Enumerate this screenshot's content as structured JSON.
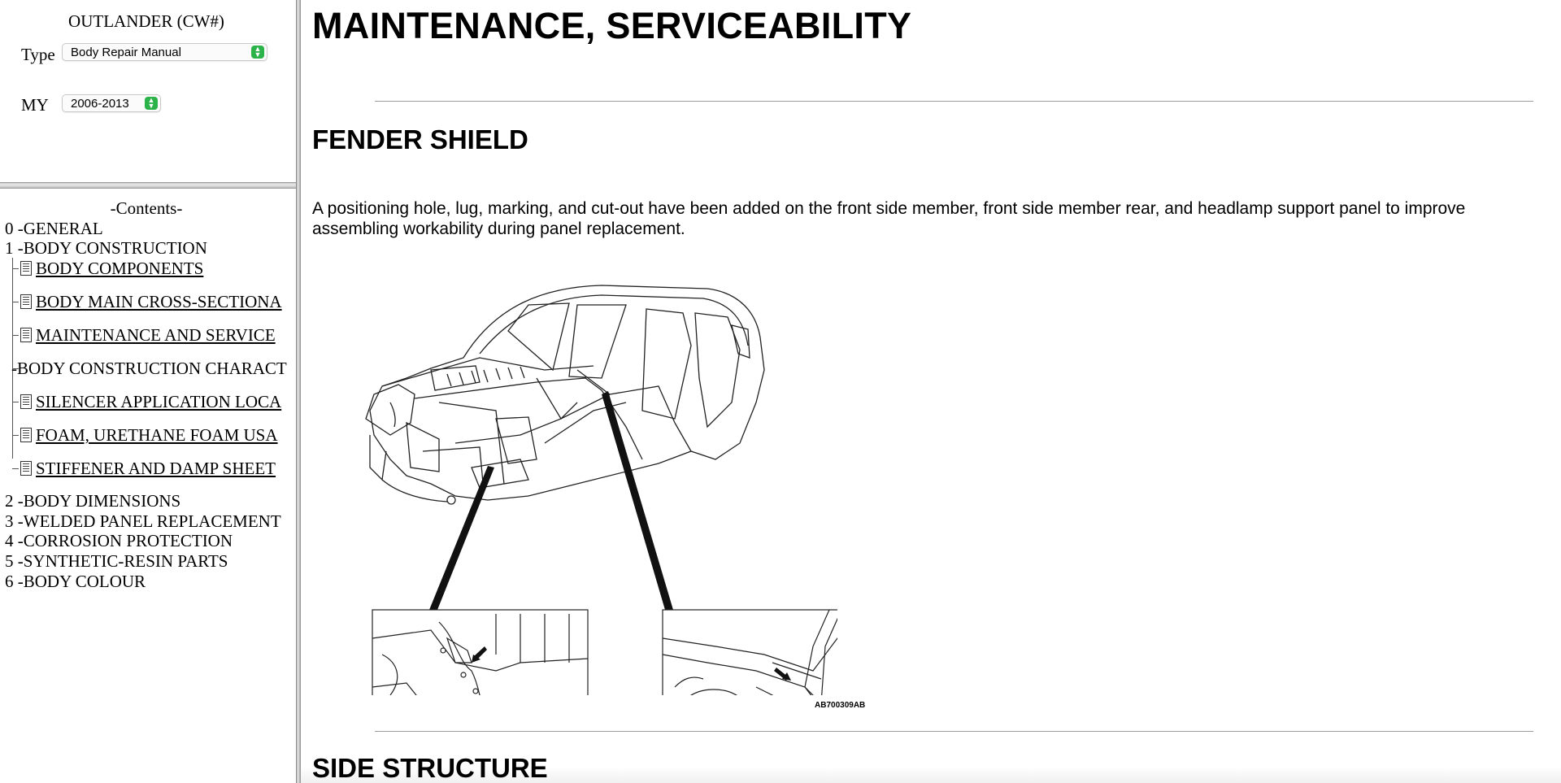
{
  "sidebar": {
    "model_title": "OUTLANDER (CW#)",
    "type_label": "Type",
    "type_value": "Body Repair Manual",
    "my_label": "MY",
    "my_value": "2006-2013"
  },
  "toc": {
    "title": "-Contents-",
    "sections": [
      "0 -GENERAL",
      "1 -BODY CONSTRUCTION"
    ],
    "subitems": [
      {
        "label": "BODY COMPONENTS",
        "link": true
      },
      {
        "label": "BODY MAIN CROSS-SECTIONA",
        "link": true
      },
      {
        "label": "MAINTENANCE AND SERVICE",
        "link": true
      },
      {
        "label": "-BODY CONSTRUCTION CHARACT",
        "link": false
      },
      {
        "label": "SILENCER APPLICATION LOCA",
        "link": true
      },
      {
        "label": "FOAM, URETHANE FOAM USA",
        "link": true
      },
      {
        "label": "STIFFENER AND DAMP SHEET",
        "link": true
      }
    ],
    "sections_after": [
      "2 -BODY DIMENSIONS",
      "3 -WELDED PANEL REPLACEMENT",
      "4 -CORROSION PROTECTION",
      "5 -SYNTHETIC-RESIN PARTS",
      "6 -BODY COLOUR"
    ]
  },
  "main": {
    "title": "MAINTENANCE, SERVICEABILITY",
    "section1_heading": "FENDER SHIELD",
    "section1_text": "A positioning hole, lug, marking, and cut-out have been added on the front side member, front side member rear, and headlamp support panel to improve assembling workability during panel replacement.",
    "figure_code": "AB700309AB",
    "section2_heading": "SIDE STRUCTURE"
  },
  "colors": {
    "select_arrow": "#2bb34a",
    "divider": "#9a9a9a"
  }
}
